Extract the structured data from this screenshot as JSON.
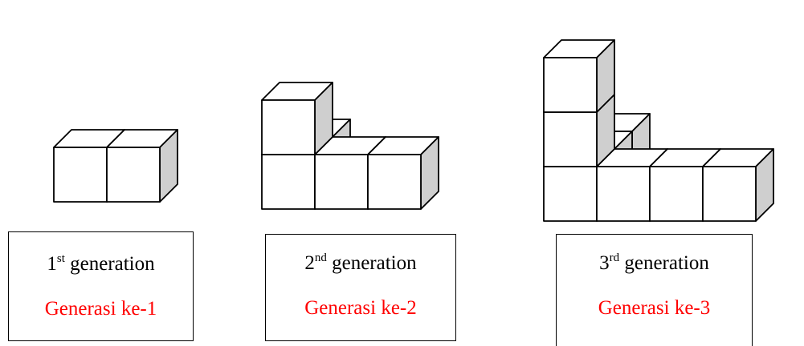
{
  "generations": [
    {
      "number": "1",
      "suffix": "st",
      "word": "generation",
      "local": "Generasi ke-1",
      "cubes": [
        [
          0,
          0,
          0
        ],
        [
          1,
          0,
          0
        ]
      ]
    },
    {
      "number": "2",
      "suffix": "nd",
      "word": "generation",
      "local": "Generasi ke-2",
      "cubes": [
        [
          0,
          0,
          0
        ],
        [
          1,
          0,
          0
        ],
        [
          2,
          0,
          0
        ],
        [
          0,
          0,
          1
        ],
        [
          0,
          1,
          0
        ]
      ]
    },
    {
      "number": "3",
      "suffix": "rd",
      "word": "generation",
      "local": "Generasi ke-3",
      "cubes": [
        [
          0,
          0,
          0
        ],
        [
          1,
          0,
          0
        ],
        [
          2,
          0,
          0
        ],
        [
          3,
          0,
          0
        ],
        [
          0,
          0,
          1
        ],
        [
          0,
          0,
          2
        ],
        [
          0,
          1,
          0
        ],
        [
          0,
          2,
          0
        ]
      ]
    }
  ],
  "colors": {
    "english_text": "#000000",
    "local_text": "#ff0000",
    "cube_side": "#cfcfcf",
    "cube_face": "#ffffff"
  }
}
